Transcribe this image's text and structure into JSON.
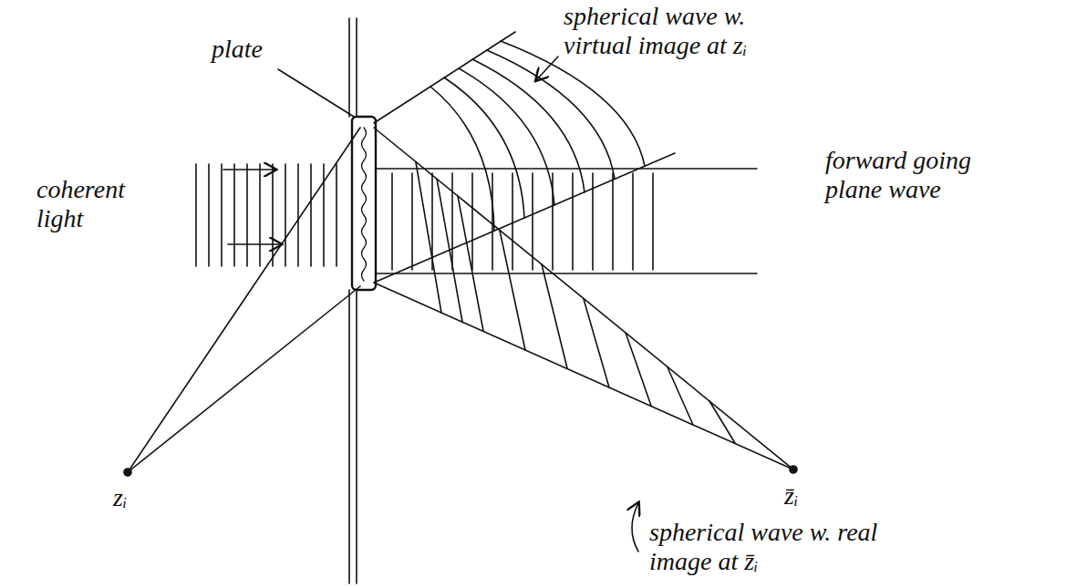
{
  "diagram": {
    "labels": [
      "plate",
      "spherical wave w. virtual image at zᵢ",
      "coherent light",
      "forward going plane wave",
      "zᵢ",
      "z̄ᵢ",
      "spherical wave w. real image at z̄ᵢ"
    ]
  }
}
